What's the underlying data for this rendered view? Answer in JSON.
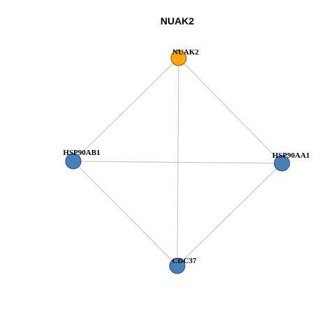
{
  "title": "NUAK2",
  "colors": {
    "hub_fill": "#FFA500",
    "node_fill": "#4682B4",
    "node_stroke": "#1f3fbf",
    "hub_stroke": "#8a5a00",
    "edge": "#bdbdbd"
  },
  "nodes": [
    {
      "id": "NUAK2",
      "label": "NUAK2",
      "role": "hub"
    },
    {
      "id": "HSP90AB1",
      "label": "HSP90AB1",
      "role": "partner"
    },
    {
      "id": "HSP90AA1",
      "label": "HSP90AA1",
      "role": "partner"
    },
    {
      "id": "CDC37",
      "label": "CDC37",
      "role": "partner"
    }
  ],
  "edges": [
    {
      "source": "NUAK2",
      "target": "HSP90AB1"
    },
    {
      "source": "NUAK2",
      "target": "HSP90AA1"
    },
    {
      "source": "NUAK2",
      "target": "CDC37"
    },
    {
      "source": "HSP90AB1",
      "target": "HSP90AA1"
    },
    {
      "source": "HSP90AB1",
      "target": "CDC37"
    },
    {
      "source": "HSP90AA1",
      "target": "CDC37"
    }
  ]
}
